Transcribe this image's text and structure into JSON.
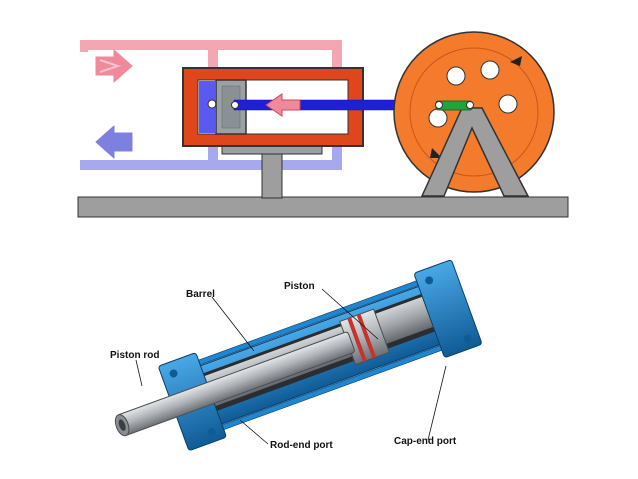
{
  "engine_diagram": {
    "colors": {
      "inlet_pipe": "#f2a7b3",
      "exhaust_pipe": "#a7a9ee",
      "inlet_arrow": "#f08a9a",
      "exhaust_arrow": "#7e80e0",
      "cylinder_shell": "#e0461c",
      "cylinder_shell_border": "#333333",
      "piston": "#9aa1a4",
      "piston_rod": "#1f1fd6",
      "crank_link": "#22a43a",
      "flywheel": "#f47a2c",
      "frame": "#9e9e9e",
      "steam_chamber": "#5a5af0"
    },
    "motion": "piston moving left"
  },
  "cylinder_cutaway": {
    "labels": {
      "barrel": "Barrel",
      "piston": "Piston",
      "piston_rod": "Piston rod",
      "rod_end_port": "Rod-end port",
      "cap_end_port": "Cap-end port"
    },
    "colors": {
      "body": "#1f86cf",
      "body_dark": "#0f5b96",
      "steel": "#b8bcc0",
      "steel_dark": "#6c7074",
      "piston_seal": "#c8322c"
    }
  }
}
